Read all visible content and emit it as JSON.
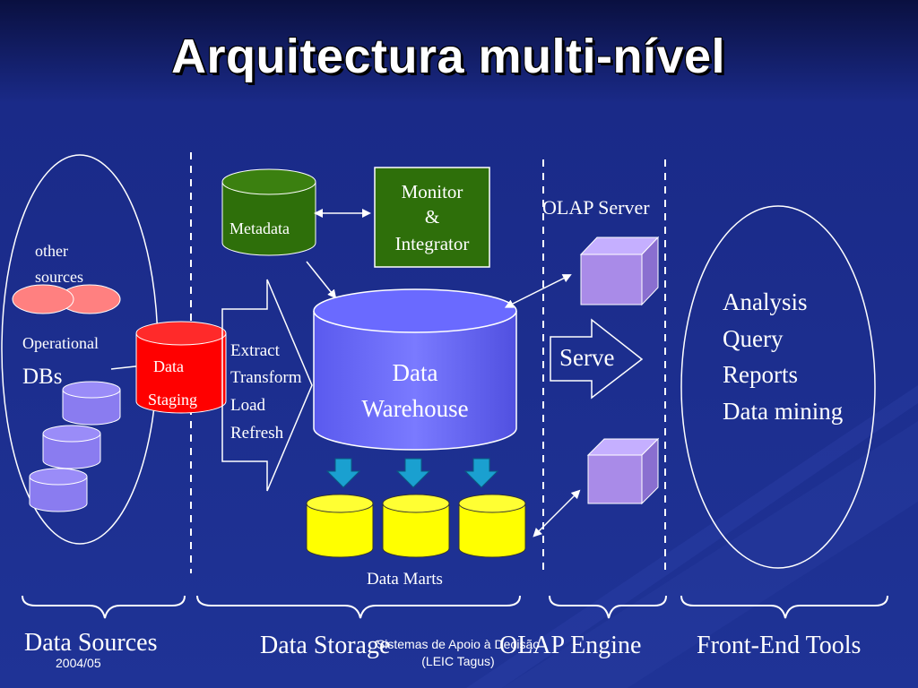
{
  "slide": {
    "title": "Arquitectura multi-nível",
    "colors": {
      "background": "#1c2f8c",
      "background_dark": "#0a1040",
      "metadata_cylinder": "#2e6f0a",
      "monitor_box": "#2e6f0a",
      "staging_cylinder": "#ff0000",
      "warehouse_cylinder": "#6666ff",
      "mart_cylinder": "#ffff00",
      "operational_db": "#8a7cf0",
      "olap_cube": "#a98be8",
      "other_sources": "#ff8080",
      "down_arrows": "#1aa0d0"
    }
  },
  "sources": {
    "other_sources": "other sources",
    "operational_label": "Operational",
    "dbs_label": "DBs"
  },
  "storage": {
    "metadata": "Metadata",
    "monitor_line1": "Monitor",
    "monitor_line2": "&",
    "monitor_line3": "Integrator",
    "staging_line1": "Data",
    "staging_line2": "Staging",
    "etl_steps": [
      "Extract",
      "Transform",
      "Load",
      "Refresh"
    ],
    "warehouse_line1": "Data",
    "warehouse_line2": "Warehouse",
    "data_marts": "Data Marts"
  },
  "olap": {
    "server_label": "OLAP Server",
    "serve_label": "Serve"
  },
  "frontend": {
    "items": [
      "Analysis",
      "Query",
      "Reports",
      "Data mining"
    ]
  },
  "tiers": {
    "data_sources": "Data Sources",
    "data_storage": "Data Storage",
    "olap_engine": "OLAP Engine",
    "front_end_tools": "Front-End Tools"
  },
  "footer": {
    "date": "2004/05",
    "course_line1": "Sistemas de Apoio à Decisão",
    "course_line2": "(LEIC Tagus)"
  }
}
